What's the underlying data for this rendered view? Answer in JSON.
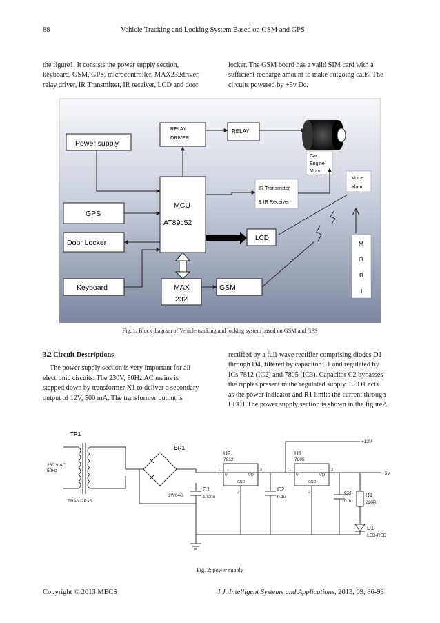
{
  "header": {
    "page_number": "88",
    "running_title": "Vehicle Tracking and Locking System Based on GSM and GPS"
  },
  "intro": {
    "left_lines": [
      "the figure1. It consists the power supply section,",
      "keyboard, GSM, GPS, microcontroller, MAX232driver,",
      "relay driver, IR Transmitter, IR receiver, LCD and door"
    ],
    "right_lines": [
      "locker. The GSM board has a valid SIM card with a",
      "sufficient recharge amount to make outgoing calls. The",
      "circuits powered by +5v Dc."
    ]
  },
  "figure1": {
    "blocks": {
      "power_supply": "Power supply",
      "gps": "GPS",
      "door_locker": "Door Locker",
      "keyboard": "Keyboard",
      "mcu_line1": "MCU",
      "mcu_line2": "AT89c52",
      "relay_driver_line1": "RELAY",
      "relay_driver_line2": "DRIVER",
      "relay": "RELAY",
      "car_engine_line1": "Car",
      "car_engine_line2": "Engine",
      "car_engine_line3": "Motor",
      "ir_line1": "IR Transmitter",
      "ir_line2": "& IR Receiver",
      "voice_line1": "Voice",
      "voice_line2": "alarm",
      "lcd": "LCD",
      "max_line1": "MAX",
      "max_line2": "232",
      "gsm": "GSM",
      "mobi": [
        "M",
        "O",
        "B",
        "I"
      ]
    },
    "caption": "Fig. 1: Block diagram of Vehicle tracking and locking system based on GSM and GPS"
  },
  "section": {
    "heading": "3.2  Circuit Descriptions",
    "left_lines": [
      "The power supply section is very important for all",
      "electronic circuits. The 230V, 50Hz AC mains is",
      "stepped down by transformer X1 to deliver a secondary",
      "output of 12V, 500 mA. The transformer output is"
    ],
    "right_lines": [
      "rectified by a full-wave rectifier comprising diodes D1",
      "through D4, filtered by capacitor C1 and regulated by",
      "ICs 7812 (IC2) and 7805 (IC3). Capacitor C2 bypasses",
      "the ripples present in the regulated supply. LED1 acts",
      "as the power indicator and R1 limits the current through",
      "LED1.The power supply section is shown in the figure2."
    ]
  },
  "figure2": {
    "labels": {
      "tr1": "TR1",
      "ac_line1": "230 V AC",
      "ac_line2": "50Hz",
      "trans": "TRAN-2P3S",
      "br1": "BR1",
      "bridge": "2W04G",
      "c1": "C1",
      "c1_val": "1000u",
      "u2": "U2",
      "u2_part": "7812",
      "u1": "U1",
      "u1_part": "7805",
      "vi": "VI",
      "vo": "VO",
      "gnd": "GND",
      "c2": "C2",
      "c2_val": "0.1u",
      "c3": "C3",
      "c3_val": "0.1u",
      "r1": "R1",
      "r1_val": "220R",
      "d1": "D1",
      "d1_val": "LED-RED",
      "plus12": "+12V",
      "plus5": "+5V",
      "pin1": "1",
      "pin2": "2",
      "pin3": "3"
    },
    "caption": "Fig. 2: power supply"
  },
  "footer": {
    "copyright": "Copyright © 2013 MECS",
    "journal": "I.J. Intelligent Systems and Applications,",
    "issue": " 2013, 09, 86-93"
  }
}
